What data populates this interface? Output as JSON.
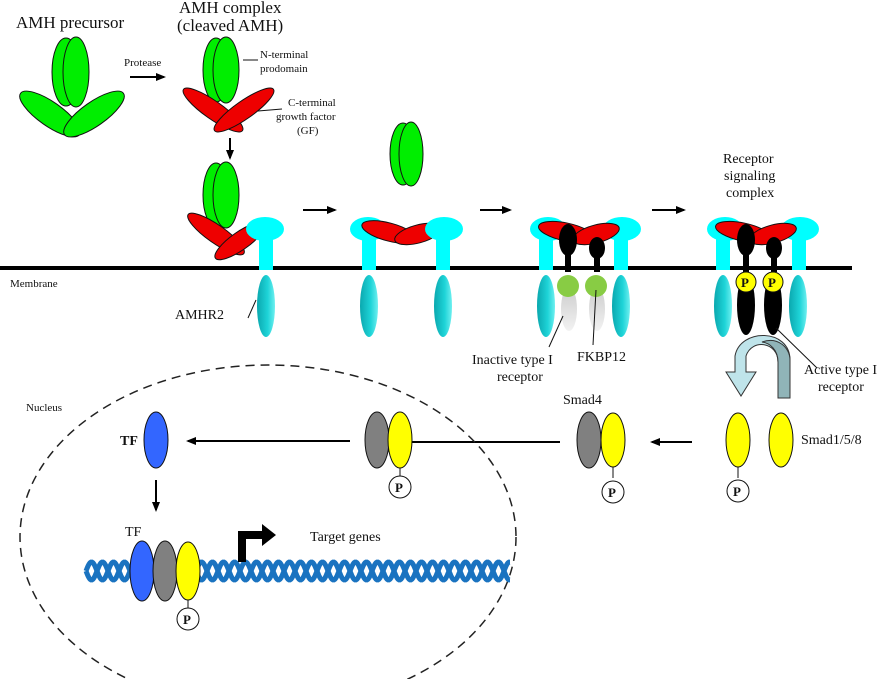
{
  "colors": {
    "prodomain": "#00ee00",
    "growth_factor": "#ee0000",
    "amhr2": "#00ffff",
    "amhr2_tm": "#19c8cc",
    "type1_receptor": "#000000",
    "fkbp12": "#88cc44",
    "inactive_tail": "#dddddd",
    "smad158": "#ffff00",
    "smad4": "#808080",
    "tf": "#3366ff",
    "dna": "#1a73c0",
    "curved_arrow_light": "#bfe4ea",
    "curved_arrow_dark": "#90b4b8",
    "phospho_fill_active": "#ffff00",
    "phospho_fill": "#ffffff"
  },
  "labels": {
    "amh_precursor": "AMH precursor",
    "protease": "Protease",
    "amh_complex_line1": "AMH complex",
    "amh_complex_line2": "(cleaved AMH)",
    "n_terminal_line1": "N-terminal",
    "n_terminal_line2": "prodomain",
    "c_terminal_line1": "C-terminal",
    "c_terminal_line2": "growth factor",
    "c_terminal_line3": "(GF)",
    "receptor_complex_line1": "Receptor",
    "receptor_complex_line2": "signaling",
    "receptor_complex_line3": "complex",
    "membrane": "Membrane",
    "amhr2": "AMHR2",
    "inactive_line1": "Inactive type I",
    "inactive_line2": "receptor",
    "fkbp12": "FKBP12",
    "active_line1": "Active type I",
    "active_line2": "receptor",
    "nucleus": "Nucleus",
    "smad4": "Smad4",
    "smad158": "Smad1/5/8",
    "tf": "TF",
    "tf_dna": "TF",
    "target_genes": "Target genes",
    "phospho": "P"
  }
}
